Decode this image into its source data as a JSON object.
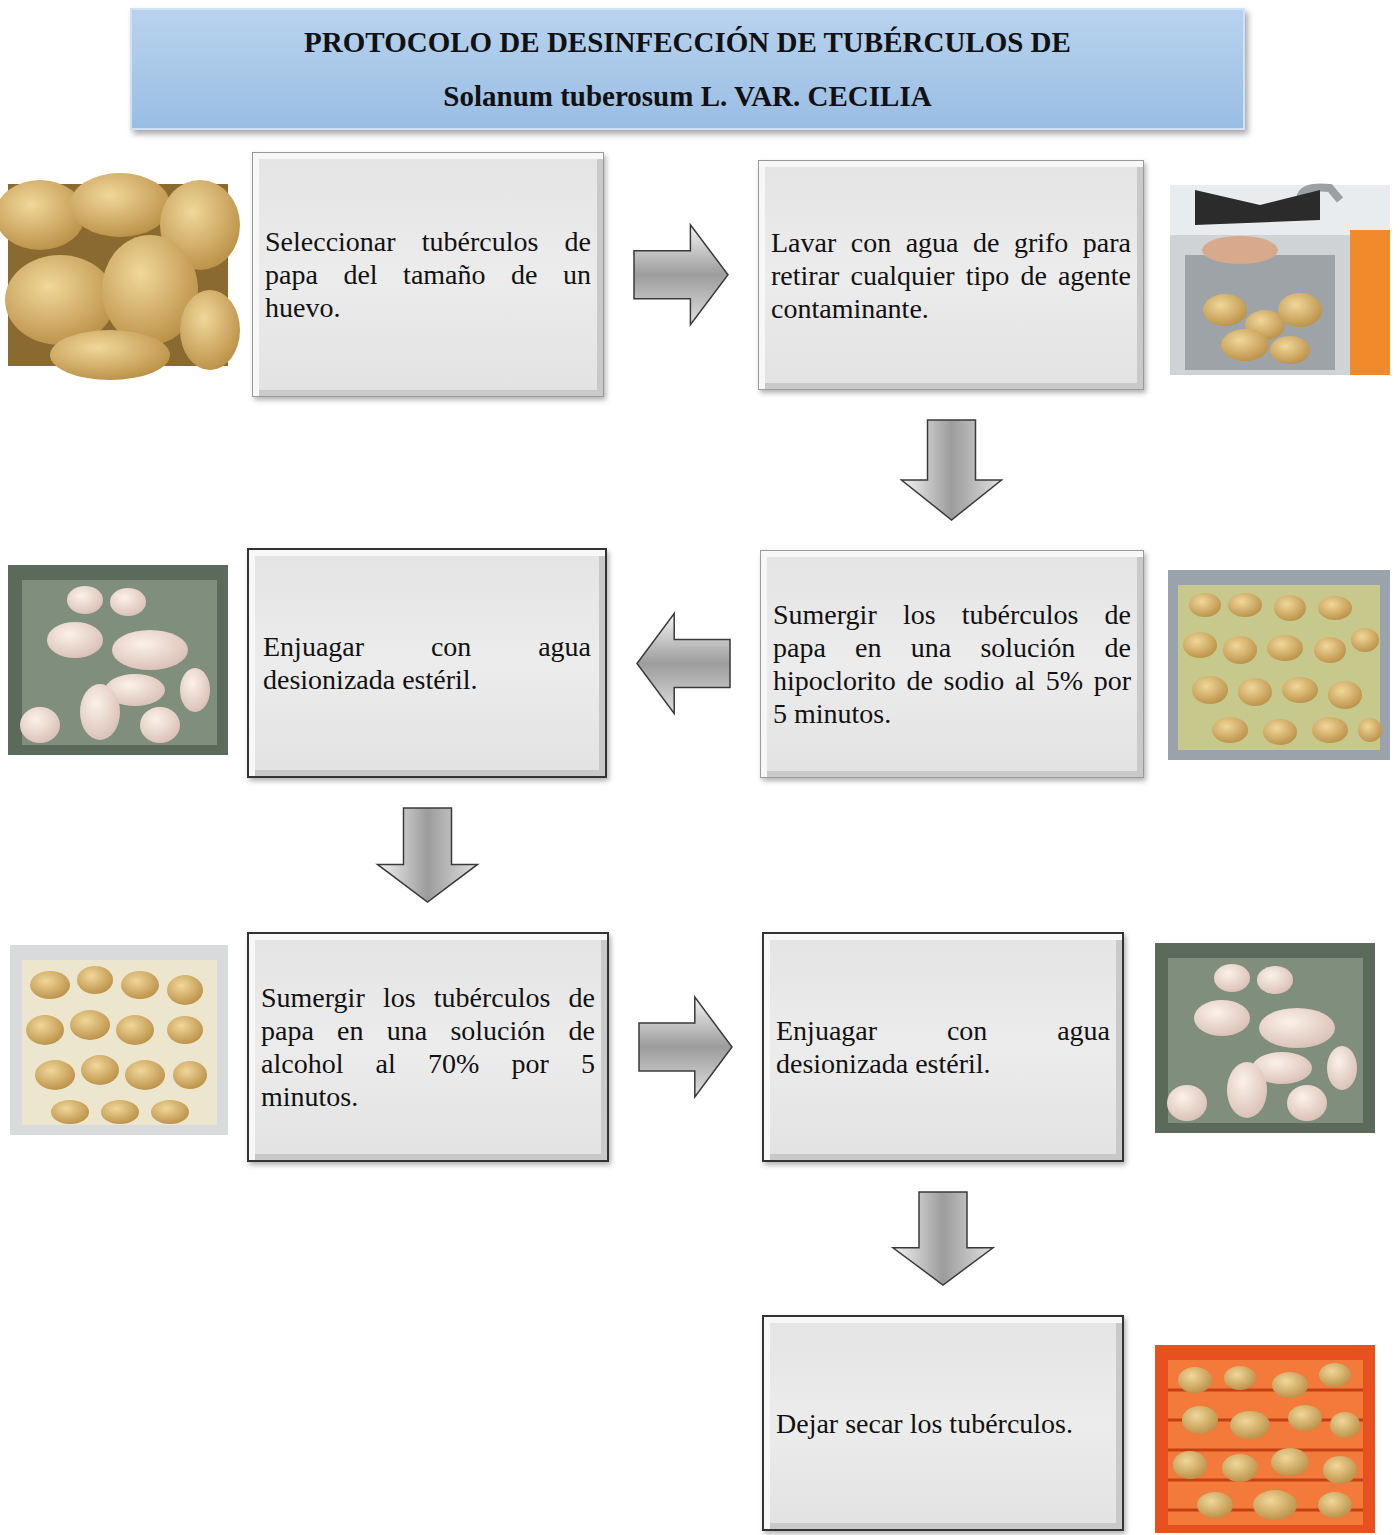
{
  "diagram": {
    "title": "PROTOCOLO DE DESINFECCIÓN DE TUBÉRCULOS DE Solanum tuberosum L. VAR. CECILIA",
    "nodes": [
      {
        "text": [
          "Seleccionar tubérculos de papa del tamaño de un huevo."
        ]
      },
      {
        "text": [
          "Lavar con agua de grifo para retirar cualquier tipo de agente contaminante."
        ]
      },
      {
        "text": [
          "Sumergir los tubérculos de papa en una solución de hipoclorito de sodio al 5% por 5 minutos."
        ]
      },
      {
        "text": [
          "Enjuagar con agua desionizada estéril."
        ]
      },
      {
        "text": [
          "Sumergir los tubérculos de papa en una solución de alcohol al 70% por 5 minutos."
        ]
      },
      {
        "text": [
          "Enjuagar con agua desionizada estéril."
        ]
      },
      {
        "text": [
          "Dejar secar los tubérculos."
        ]
      }
    ],
    "edges": [
      {
        "from": 0,
        "to": 1,
        "arrow": "to"
      },
      {
        "from": 1,
        "to": 2,
        "arrow": "to"
      },
      {
        "from": 2,
        "to": 3,
        "arrow": "to"
      },
      {
        "from": 3,
        "to": 4,
        "arrow": "to"
      },
      {
        "from": 4,
        "to": 5,
        "arrow": "to"
      },
      {
        "from": 5,
        "to": 6,
        "arrow": "to"
      }
    ]
  }
}
